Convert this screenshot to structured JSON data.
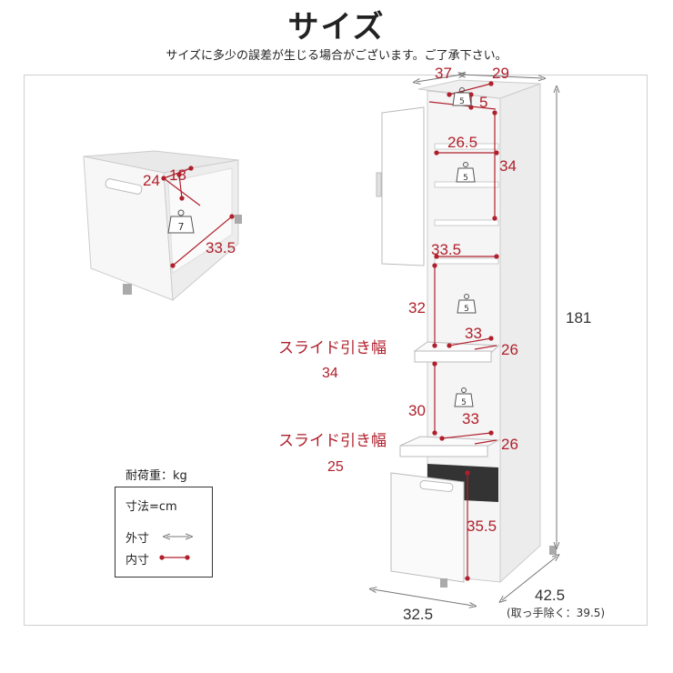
{
  "title": "サイズ",
  "subtitle": "サイズに多少の誤差が生じる場合がございます。ご了承下さい。",
  "drawer_view": {
    "depth_inner": "24",
    "height_inner": "18",
    "load_kg": "7",
    "width_inner": "33.5"
  },
  "cabinet": {
    "top_depth": "37",
    "top_width": "29",
    "top_load_kg": "5",
    "top_height": "5",
    "door_shelf_width": "26.5",
    "door_shelf_height": "34",
    "door_shelf_load_kg": "5",
    "open_width": "33.5",
    "slide1_height": "32",
    "slide1_load_kg": "5",
    "slide1_width": "33",
    "slide1_depth": "26",
    "slide1_label": "スライド引き幅",
    "slide1_value": "34",
    "slide2_height": "30",
    "slide2_load_kg": "5",
    "slide2_width": "33",
    "slide2_depth": "26",
    "slide2_label": "スライド引き幅",
    "slide2_value": "25",
    "drawer_height": "35.5",
    "total_height": "181",
    "outer_width": "32.5",
    "outer_depth": "42.5",
    "outer_depth_note": "(取っ手除く：39.5)"
  },
  "legend": {
    "load_unit": "耐荷重：kg",
    "dim_unit": "寸法=cm",
    "outer_label": "外寸",
    "inner_label": "内寸"
  },
  "colors": {
    "inner_dim": "#b0202c",
    "outer_dim": "#777777",
    "panel": "#f2f2f2"
  }
}
